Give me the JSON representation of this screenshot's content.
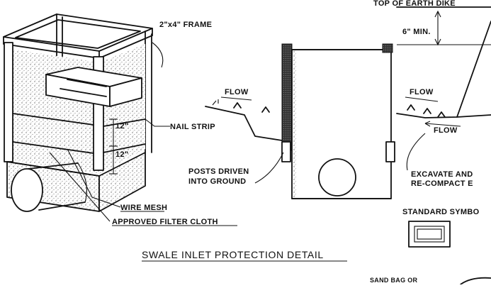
{
  "drawing": {
    "title": "SWALE INLET PROTECTION DETAIL",
    "labels": {
      "top_of_dike": "TOP OF EARTH DIKE",
      "frame": "2\"x4\" FRAME",
      "min_height": "6\" MIN.",
      "flow_left": "FLOW",
      "flow_right_upper": "FLOW",
      "flow_right_lower": "FLOW",
      "nail_strip": "NAIL STRIP",
      "dim_upper": "12\"",
      "dim_lower": "12\"",
      "posts_line1": "POSTS DRIVEN",
      "posts_line2": "INTO GROUND",
      "excavate_line1": "EXCAVATE AND",
      "excavate_line2": "RE-COMPACT E",
      "standard_symbol": "STANDARD SYMBO",
      "wire_mesh": "WIRE MESH",
      "filter_cloth": "APPROVED FILTER CLOTH",
      "sand_bag": "SAND BAG OR"
    }
  }
}
